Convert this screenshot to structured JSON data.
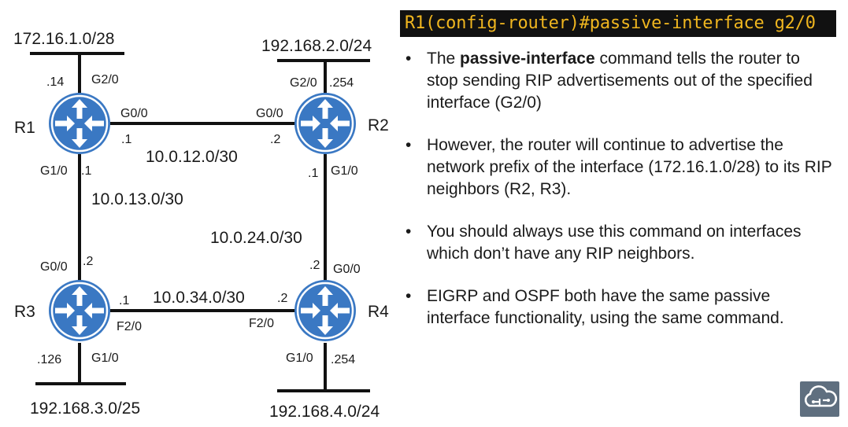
{
  "command": "R1(config-router)#passive-interface g2/0",
  "bullets": [
    {
      "pre": "The ",
      "bold": "passive-interface",
      "post": " command tells the router to stop sending RIP advertisements out of the specified interface (G2/0)"
    },
    {
      "pre": "However, the router will continue to advertise the network prefix of the interface (172.16.1.0/28) to its RIP neighbors (R2, R3).",
      "bold": "",
      "post": ""
    },
    {
      "pre": "You should always use this command on interfaces which don’t have any RIP neighbors.",
      "bold": "",
      "post": ""
    },
    {
      "pre": "EIGRP and OSPF both have the same passive interface functionality, using the same command.",
      "bold": "",
      "post": ""
    }
  ],
  "bullet_symbol": "•",
  "routers": {
    "r1": {
      "name": "R1"
    },
    "r2": {
      "name": "R2"
    },
    "r3": {
      "name": "R3"
    },
    "r4": {
      "name": "R4"
    }
  },
  "networks": {
    "r1_lan": "172.16.1.0/28",
    "r2_lan": "192.168.2.0/24",
    "r3_lan": "192.168.3.0/25",
    "r4_lan": "192.168.4.0/24",
    "r1_r2": "10.0.12.0/30",
    "r1_r3": "10.0.13.0/30",
    "r2_r4": "10.0.24.0/30",
    "r3_r4": "10.0.34.0/30"
  },
  "interfaces": {
    "r1_g20": "G2/0",
    "r1_g20_ip": ".14",
    "r1_g00": "G0/0",
    "r1_g00_ip": ".1",
    "r1_g10": "G1/0",
    "r1_g10_ip": ".1",
    "r2_g20": "G2/0",
    "r2_g20_ip": ".254",
    "r2_g00": "G0/0",
    "r2_g00_ip": ".2",
    "r2_g10": "G1/0",
    "r2_g10_ip": ".1",
    "r3_g00": "G0/0",
    "r3_g00_ip": ".2",
    "r3_f20": "F2/0",
    "r3_f20_ip": ".1",
    "r3_g10": "G1/0",
    "r3_g10_ip": ".126",
    "r4_g00": "G0/0",
    "r4_g00_ip": ".2",
    "r4_f20": "F2/0",
    "r4_f20_ip": ".2",
    "r4_g10": "G1/0",
    "r4_g10_ip": ".254"
  },
  "colors": {
    "router": "#3a78c3",
    "command_bg": "#111111",
    "command_text": "#f0b61f",
    "link": "#111111",
    "logo_bg": "#5f6f7f"
  },
  "icons": [
    "router-icon",
    "cloud-logo-icon"
  ]
}
